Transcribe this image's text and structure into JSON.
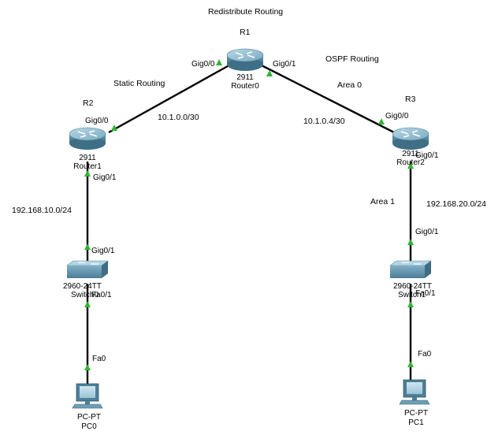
{
  "title": "Redistribute Routing",
  "colors": {
    "link": "#000000",
    "port_up": "#2fb52f",
    "router_body": "#5d90a8",
    "router_top": "#8fbdd1",
    "switch_body": "#6c9cb3",
    "pc_body": "#5e8ea6"
  },
  "routers": {
    "r1": {
      "name": "R1",
      "model": "2911",
      "device": "Router0",
      "icon": "router-icon"
    },
    "r2": {
      "name": "R2",
      "model": "2911",
      "device": "Router1",
      "icon": "router-icon"
    },
    "r3": {
      "name": "R3",
      "model": "2911",
      "device": "Router2",
      "icon": "router-icon"
    }
  },
  "switches": {
    "left": {
      "model": "2960-24TT",
      "device": "Switch0",
      "icon": "switch-icon"
    },
    "right": {
      "model": "2960-24TT",
      "device": "Switch1",
      "icon": "switch-icon"
    }
  },
  "pcs": {
    "pc0": {
      "model": "PC-PT",
      "device": "PC0",
      "icon": "pc-icon"
    },
    "pc1": {
      "model": "PC-PT",
      "device": "PC1",
      "icon": "pc-icon"
    }
  },
  "ports": {
    "r1_left": "Gig0/0",
    "r1_right": "Gig0/1",
    "r2_top": "Gig0/0",
    "r2_bottom": "Gig0/1",
    "r3_top": "Gig0/0",
    "r3_bottom": "Gig0/1",
    "sw0_top": "Gig0/1",
    "sw0_bottom": "Fa0/1",
    "sw1_top": "Gig0/1",
    "sw1_bottom": "Fa0/1",
    "pc0": "Fa0",
    "pc1": "Fa0"
  },
  "annotations": {
    "static_routing": "Static Routing",
    "ospf_routing": "OSPF Routing",
    "area0": "Area 0",
    "area1": "Area 1",
    "net_r1_r2": "10.1.0.0/30",
    "net_r1_r3": "10.1.0.4/30",
    "lan_left": "192.168.10.0/24",
    "lan_right": "192.168.20.0/24"
  }
}
